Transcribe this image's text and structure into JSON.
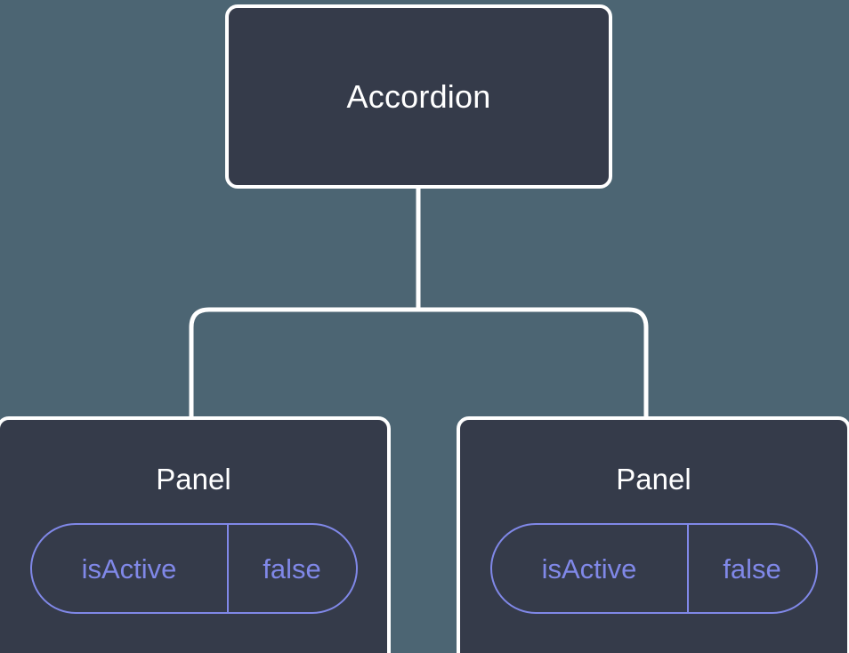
{
  "canvas": {
    "background_color": "#4c6573",
    "node_fill_color": "#353b4a",
    "node_border_color": "#ffffff",
    "edge_color": "#ffffff",
    "prop_accent_color": "#8088e8",
    "title_color": "#ffffff"
  },
  "tree": {
    "root": {
      "label": "Accordion",
      "props": []
    },
    "children": [
      {
        "label": "Panel",
        "props": [
          {
            "key": "isActive",
            "value": "false"
          }
        ]
      },
      {
        "label": "Panel",
        "props": [
          {
            "key": "isActive",
            "value": "false"
          }
        ]
      }
    ]
  }
}
